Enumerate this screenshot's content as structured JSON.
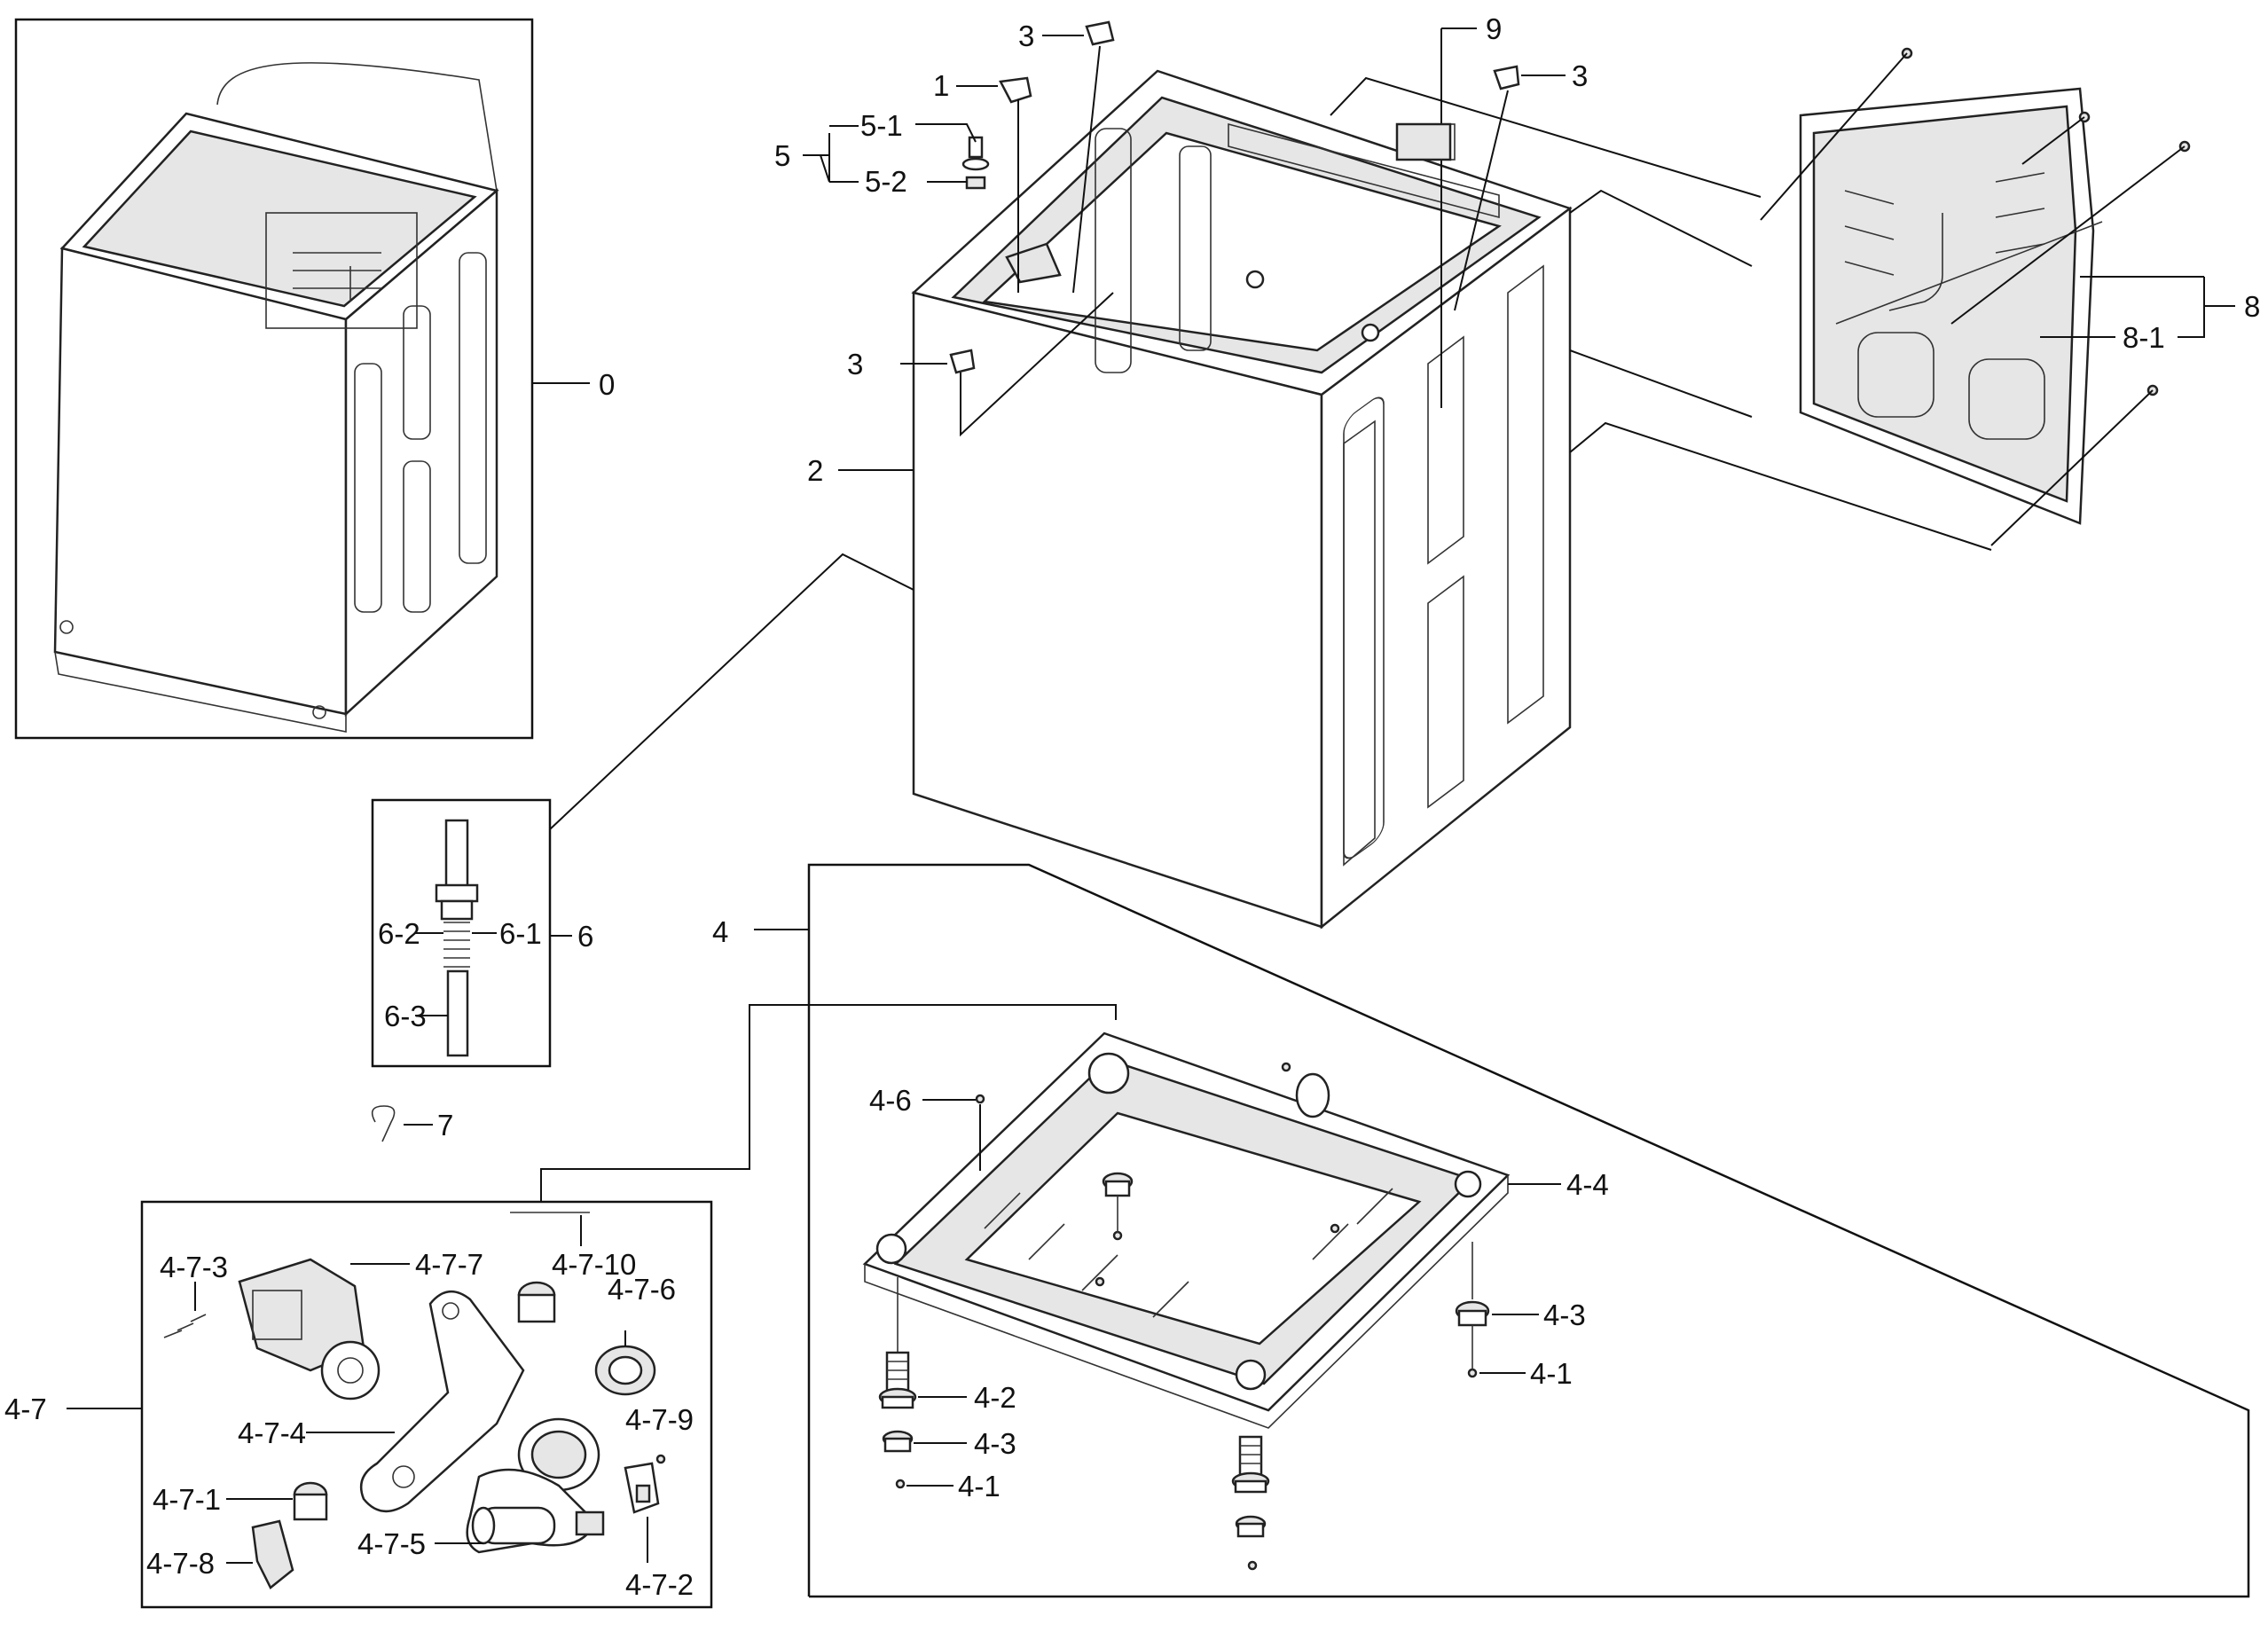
{
  "labels": {
    "l0": "0",
    "l1": "1",
    "l2": "2",
    "l3a": "3",
    "l3b": "3",
    "l3c": "3",
    "l4": "4",
    "l5": "5",
    "l5_1": "5-1",
    "l5_2": "5-2",
    "l6": "6",
    "l6_1": "6-1",
    "l6_2": "6-2",
    "l6_3": "6-3",
    "l7": "7",
    "l8": "8",
    "l8_1": "8-1",
    "l9": "9",
    "l4_1a": "4-1",
    "l4_1b": "4-1",
    "l4_2": "4-2",
    "l4_3a": "4-3",
    "l4_3b": "4-3",
    "l4_4": "4-4",
    "l4_6": "4-6",
    "l4_7": "4-7",
    "l4_7_1": "4-7-1",
    "l4_7_2": "4-7-2",
    "l4_7_3": "4-7-3",
    "l4_7_4": "4-7-4",
    "l4_7_5": "4-7-5",
    "l4_7_6": "4-7-6",
    "l4_7_7": "4-7-7",
    "l4_7_8": "4-7-8",
    "l4_7_9": "4-7-9",
    "l4_7_10": "4-7-10"
  },
  "colors": {
    "line": "#111111",
    "part_fill": "#ffffff",
    "shade": "#e6e6e6"
  }
}
